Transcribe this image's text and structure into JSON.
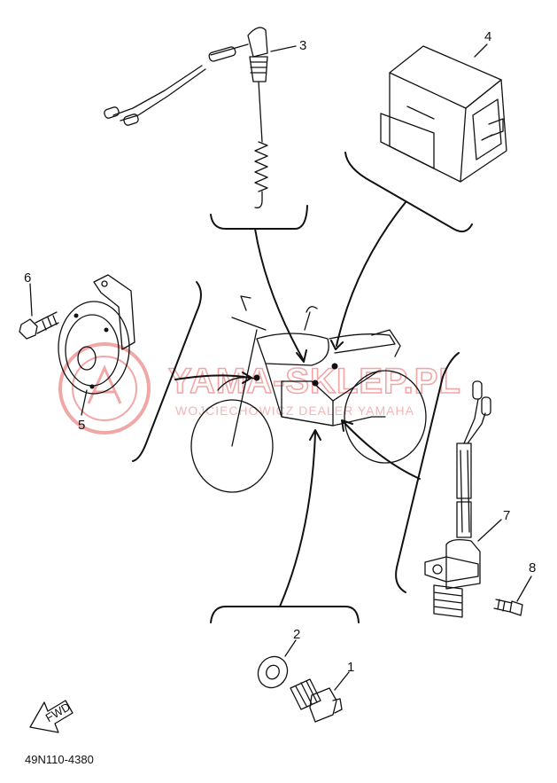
{
  "diagram": {
    "callouts": [
      "1",
      "2",
      "3",
      "4",
      "5",
      "6",
      "7",
      "8"
    ],
    "part_code": "49N110-4380",
    "fwd_label": "FWD"
  },
  "watermark": {
    "main": "YAMA-SKLEP.PL",
    "sub": "WOJCIECHOWICZ DEALER YAMAHA"
  },
  "colors": {
    "ink": "#111111",
    "watermark": "#f2a7a7"
  }
}
